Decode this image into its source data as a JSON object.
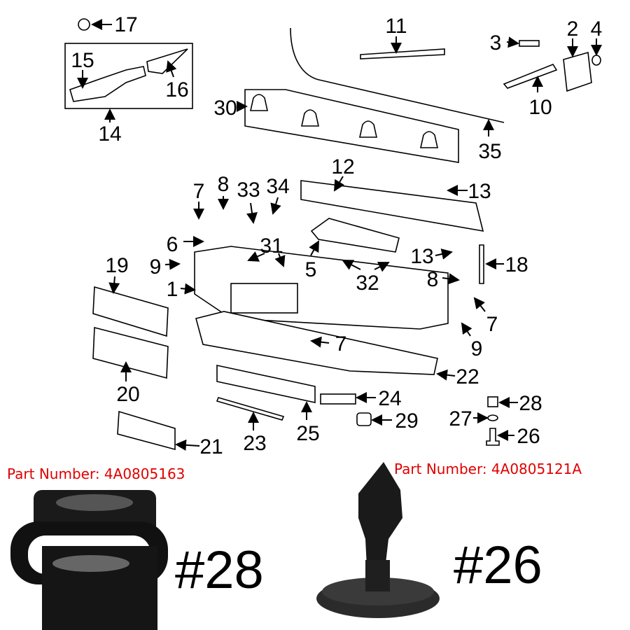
{
  "diagram": {
    "callouts": {
      "n1": "1",
      "n2": "2",
      "n3": "3",
      "n4": "4",
      "n5": "5",
      "n6": "6",
      "n7": "7",
      "n8": "8",
      "n9": "9",
      "n10": "10",
      "n11": "11",
      "n12": "12",
      "n13": "13",
      "n14": "14",
      "n15": "15",
      "n16": "16",
      "n17": "17",
      "n18": "18",
      "n19": "19",
      "n20": "20",
      "n21": "21",
      "n22": "22",
      "n23": "23",
      "n24": "24",
      "n25": "25",
      "n26": "26",
      "n27": "27",
      "n28": "28",
      "n29": "29",
      "n30": "30",
      "n31": "31",
      "n32": "32",
      "n33": "33",
      "n34": "34",
      "n35": "35"
    }
  },
  "photos": {
    "left": {
      "part_number": "Part Number: 4A0805163",
      "label": "#28"
    },
    "right": {
      "part_number": "Part Number: 4A0805121A",
      "label": "#26"
    }
  },
  "colors": {
    "part_number_text": "#e00000",
    "line": "#000000"
  }
}
